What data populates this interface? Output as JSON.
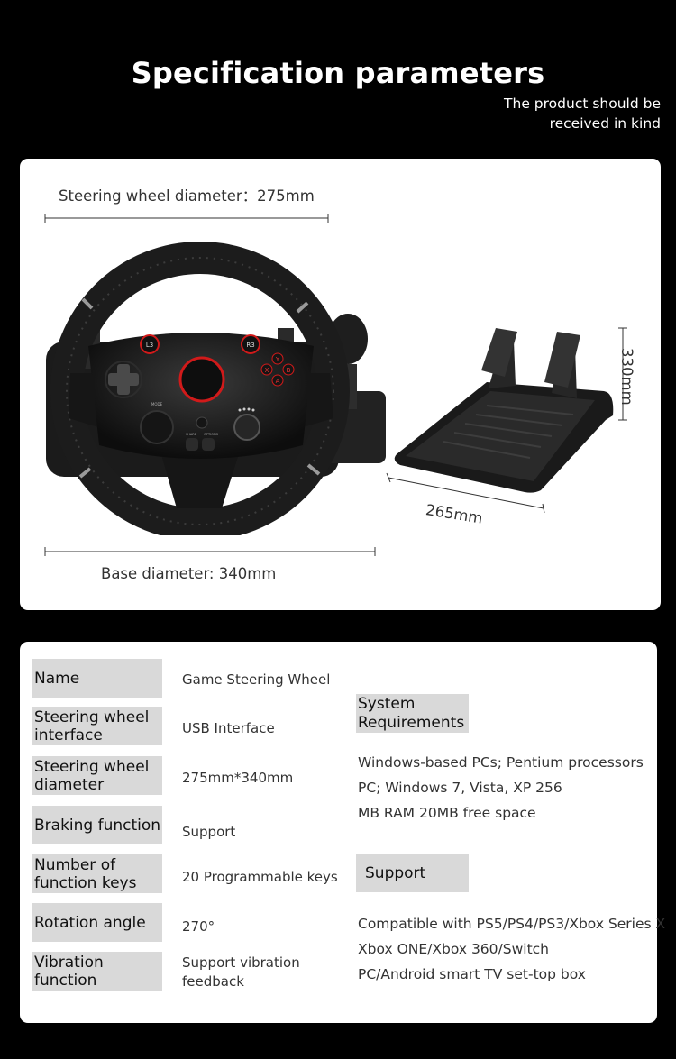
{
  "header": {
    "title": "Specification parameters",
    "subtitle_line1": "The product should be",
    "subtitle_line2": "received in kind"
  },
  "dimensions": {
    "wheel_diameter": "Steering wheel diameter：275mm",
    "base_diameter": "Base diameter: 340mm",
    "pedal_width": "265mm",
    "pedal_height": "330mm"
  },
  "wheel_buttons": {
    "l3": "L3",
    "r3": "R3",
    "y": "Y",
    "x": "X",
    "b": "B",
    "a": "A",
    "share": "SHARE",
    "options": "OPTIONS",
    "mode": "MODE"
  },
  "specs": [
    {
      "label": "Name",
      "value": "Game Steering Wheel"
    },
    {
      "label": "Steering wheel interface",
      "value": "USB Interface"
    },
    {
      "label": "Steering wheel diameter",
      "value": "275mm*340mm"
    },
    {
      "label": "Braking function",
      "value": "Support"
    },
    {
      "label": "Number of function keys",
      "value": "20 Programmable keys"
    },
    {
      "label": "Rotation angle",
      "value": "270°"
    },
    {
      "label": "Vibration function",
      "value": "Support vibration feedback"
    }
  ],
  "system": {
    "heading": "System Requirements",
    "lines": [
      "Windows-based PCs; Pentium processors",
      "PC; Windows 7, Vista, XP 256",
      "MB RAM 20MB free space"
    ]
  },
  "support": {
    "heading": "Support",
    "lines": [
      "Compatible with PS5/PS4/PS3/Xbox Series X",
      "Xbox ONE/Xbox 360/Switch",
      "PC/Android smart TV set-top box"
    ]
  },
  "colors": {
    "background": "#000000",
    "panel": "#ffffff",
    "label_fill": "#d9d9d9",
    "wheel_accent": "#d11a1a"
  }
}
